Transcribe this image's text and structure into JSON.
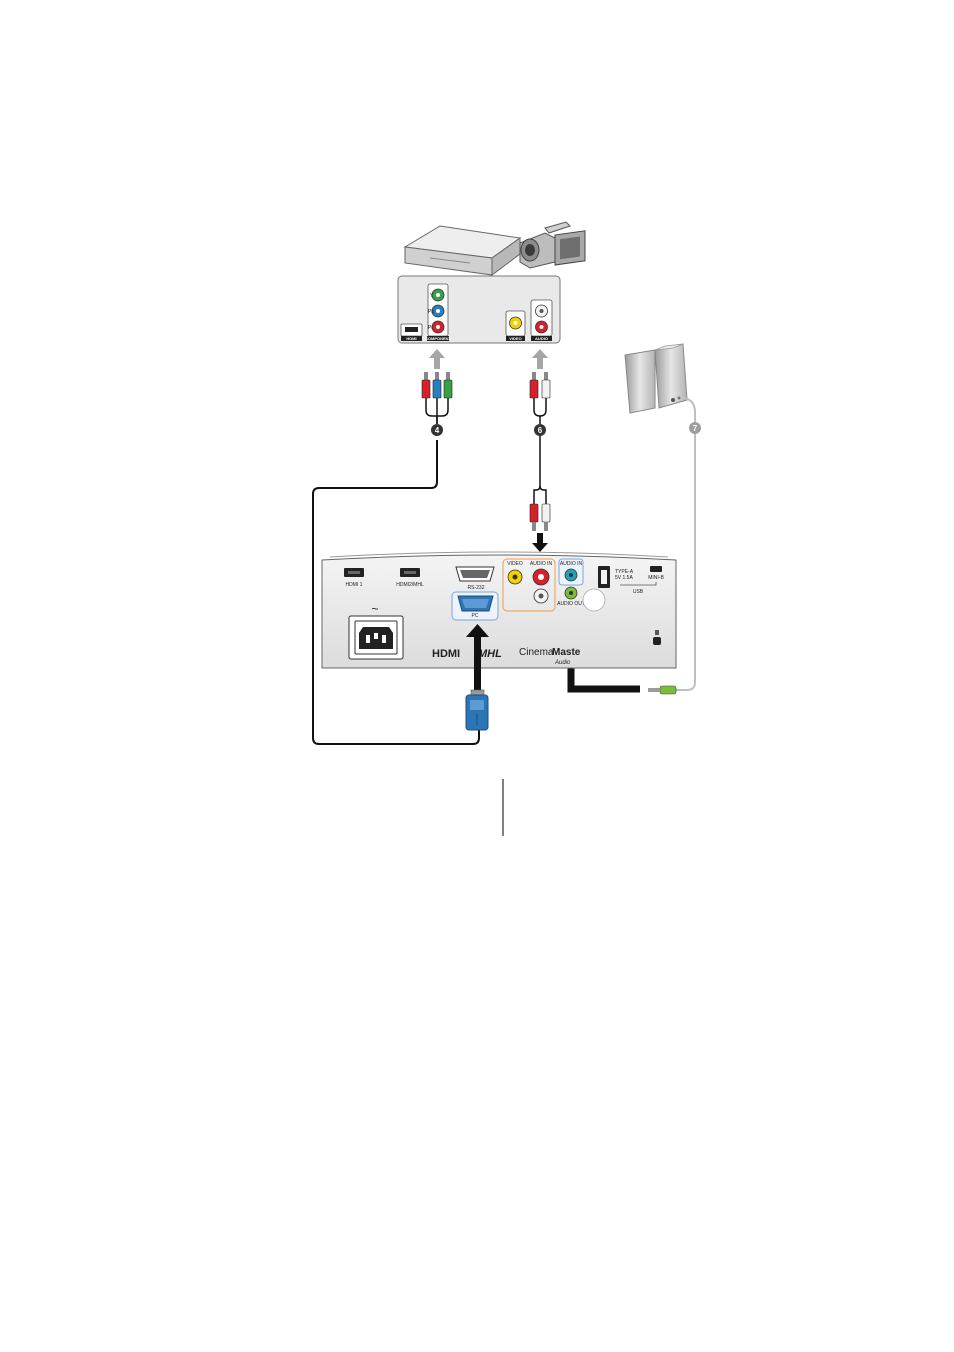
{
  "colors": {
    "panel_gray": "#e6e6e6",
    "panel_stroke": "#777777",
    "arrow_gray": "#a6a6a6",
    "cable_black": "#111111",
    "rca_red": "#d6202a",
    "rca_white": "#f2f2f2",
    "rca_green": "#3aa046",
    "rca_blue": "#2b7fc0",
    "vga_blue": "#2e75b6",
    "video_yellow": "#f4d000",
    "audio_out_green": "#7dbb3c",
    "group_orange": "#f39a4a",
    "group_blue": "#7aa7d9",
    "speaker_gray": "#bfbfbf",
    "callout_dark": "#333333"
  },
  "source_panel": {
    "hdmi_label": "HDMI",
    "component_label": "COMPONENT",
    "component_pins": [
      "Y",
      "Pb",
      "Pr"
    ],
    "video_label": "VIDEO",
    "audio_label": "AUDIO"
  },
  "callouts": {
    "component_cable": "4",
    "audio_cable": "6",
    "speaker_cable": "7"
  },
  "projector": {
    "hdmi1": "HDMI 1",
    "hdmi2": "HDMI2/MHL",
    "rs232": "RS-232",
    "pc": "PC",
    "video": "VIDEO",
    "audio_in_lr": "AUDIO IN",
    "audio_in": "AUDIO IN",
    "audio_out": "AUDIO OUT",
    "type_a": "TYPE-A",
    "type_a_power": "5V 1.5A",
    "mini_b": "MINI-B",
    "usb": "USB",
    "ac_symbol": "~",
    "brand_hdmi": "HDMI",
    "brand_mhl": "MHL",
    "brand_cinema_light": "Cinema",
    "brand_cinema_bold": "Maste",
    "brand_sub": "Audio"
  },
  "icons": {
    "dvd_player": "dvd-player-icon",
    "camcorder": "camcorder-icon",
    "speakers": "speakers-icon",
    "lock": "kensington-lock-icon"
  }
}
